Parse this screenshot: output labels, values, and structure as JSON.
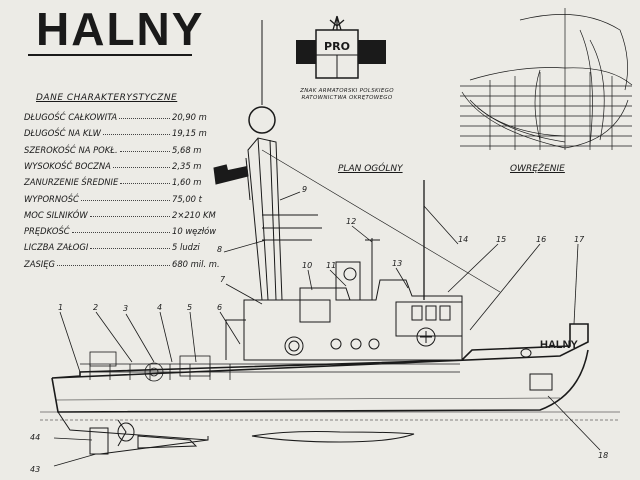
{
  "title": "HALNY",
  "specs": {
    "heading": "DANE CHARAKTERYSTYCZNE",
    "rows": [
      {
        "label": "DŁUGOŚĆ CAŁKOWITA",
        "value": "20,90 m"
      },
      {
        "label": "DŁUGOŚĆ NA KLW",
        "value": "19,15 m"
      },
      {
        "label": "SZEROKOŚĆ NA POKŁ.",
        "value": "5,68 m"
      },
      {
        "label": "WYSOKOŚĆ BOCZNA",
        "value": "2,35 m"
      },
      {
        "label": "ZANURZENIE ŚREDNIE",
        "value": "1,60 m"
      },
      {
        "label": "WYPORNOŚĆ",
        "value": "75,00 t"
      },
      {
        "label": "MOC SILNIKÓW",
        "value": "2×210 KM"
      },
      {
        "label": "PRĘDKOŚĆ",
        "value": "10 węzłów"
      },
      {
        "label": "LICZBA ZAŁOGI",
        "value": "5 ludzi"
      },
      {
        "label": "ZASIĘG",
        "value": "680 mil. m."
      }
    ]
  },
  "emblem": {
    "letters": "PRO",
    "caption": "ZNAK ARMATORSKI POLSKIEGO RATOWNICTWA OKRĘTOWEGO"
  },
  "labels": {
    "plan": "PLAN OGÓLNY",
    "lines": "OWRĘŻENIE",
    "hull_name": "HALNY"
  },
  "callouts": [
    "1",
    "2",
    "3",
    "4",
    "5",
    "6",
    "7",
    "8",
    "9",
    "10",
    "11",
    "12",
    "13",
    "14",
    "15",
    "16",
    "17",
    "18",
    "43",
    "44"
  ],
  "colors": {
    "ink": "#1a1a1a",
    "paper": "#ecebe6",
    "emblem_red": "#b02020"
  }
}
